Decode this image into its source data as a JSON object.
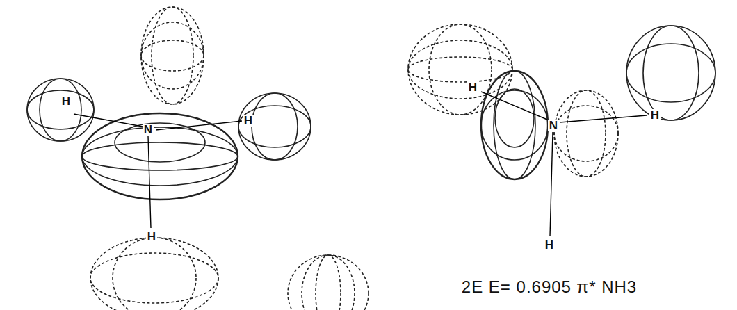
{
  "diagram": {
    "labels": [
      "H",
      "N",
      "H",
      "H",
      "H",
      "N",
      "H",
      "H",
      "2E E= 0.6905 π* NH3"
    ]
  }
}
